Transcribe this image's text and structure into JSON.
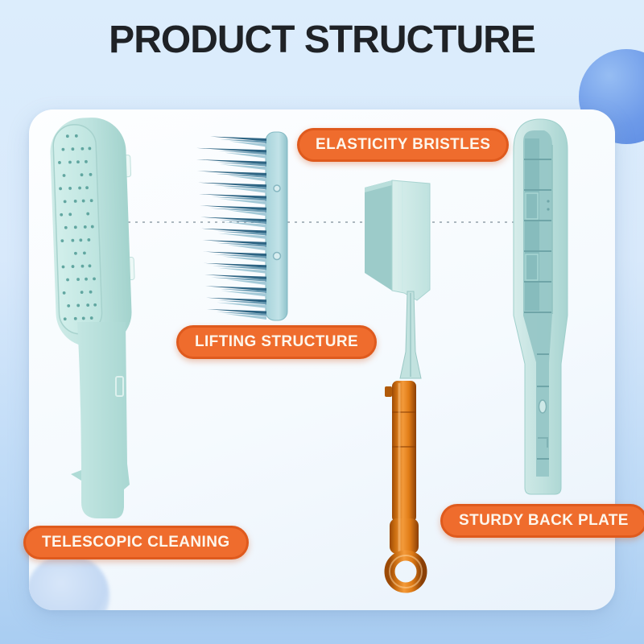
{
  "title": "PRODUCT STRUCTURE",
  "annotations": {
    "elasticity_bristles": "ELASTICITY BRISTLES",
    "lifting_structure": "LIFTING STRUCTURE",
    "telescopic_cleaning": "TELESCOPIC CLEANING",
    "sturdy_back_plate": "STURDY BACK PLATE"
  },
  "illustrations": [
    "telescopic-brush-illustration",
    "bristle-pad-illustration",
    "lifting-plate-and-rod-illustration",
    "back-plate-illustration",
    "alignment-dashed-line",
    "decor-circle-top-right",
    "decor-circle-bottom-left"
  ],
  "colors": {
    "accent_orange": "#ef6c2d",
    "accent_orange_border": "#df5a1d",
    "label_text": "#fdf6ec",
    "title_text": "#1f2226",
    "product_teal": "#bfe2de",
    "bristle_dark_blue": "#2d6483",
    "bristle_light_blue": "#a3c9d7",
    "rod_orange": "#e07c16",
    "background_top": "#dcedfc",
    "background_bottom": "#a9cdf2",
    "card_background": "#f7fbff"
  }
}
